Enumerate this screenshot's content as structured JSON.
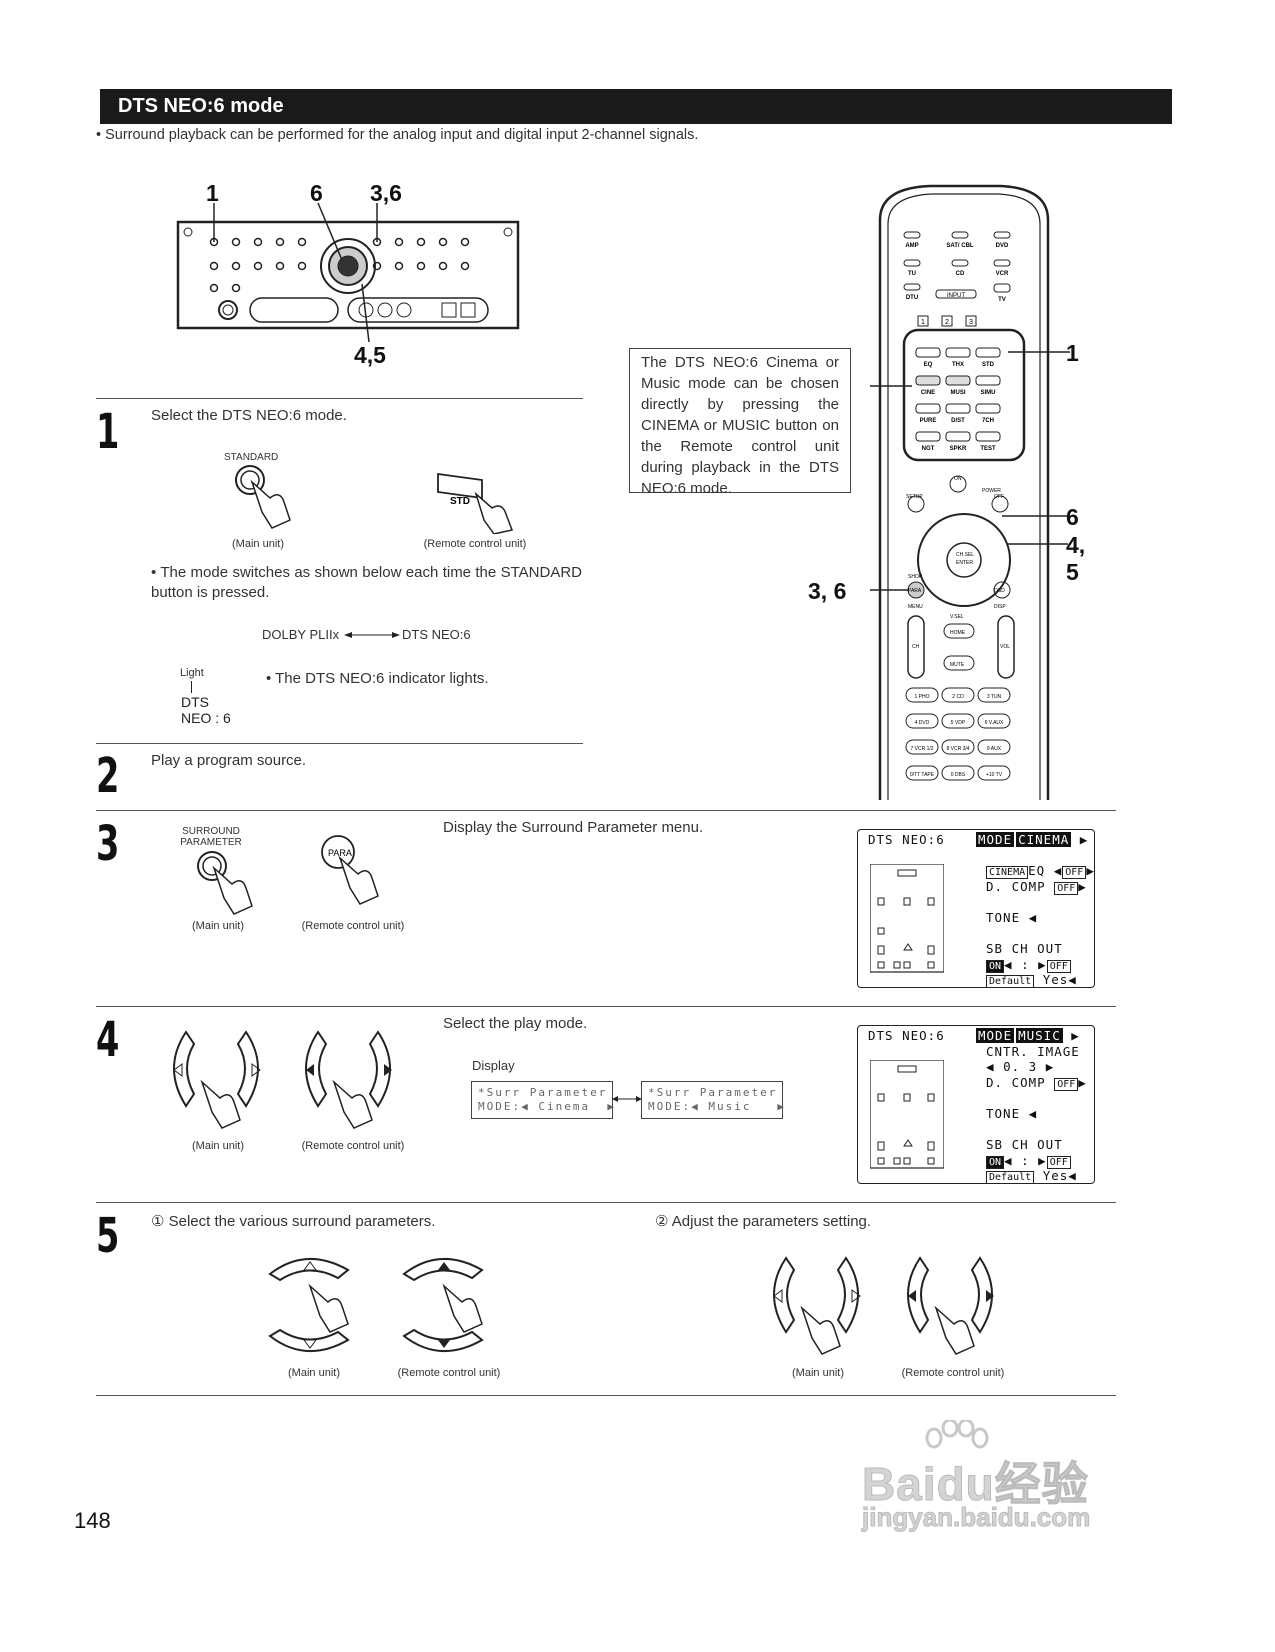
{
  "header": {
    "title": "DTS NEO:6 mode"
  },
  "intro": "•  Surround playback can be performed for the analog input and digital input 2-channel signals.",
  "front_panel": {
    "labels": [
      "1",
      "6",
      "3,6",
      "4,5"
    ]
  },
  "remote": {
    "labels": [
      "1",
      "6",
      "4, 5",
      "3, 6"
    ],
    "callout": "The DTS NEO:6 Cinema or Music mode can be chosen directly by pressing the CINEMA or MUSIC button on the Remote control unit during playback in the DTS NEO:6 mode.",
    "source_buttons": [
      "AMP",
      "SAT/ CBL",
      "DVD",
      "TU",
      "CD",
      "VCR",
      "DTU",
      "INPUT",
      "TV"
    ],
    "num_buttons": [
      "1",
      "2",
      "3"
    ],
    "mode_buttons": [
      "EQ",
      "THX",
      "STD",
      "CINE",
      "MUSI",
      "SIMU",
      "PURE",
      "D/ST",
      "7CH",
      "NGT",
      "SPKR",
      "TEST"
    ],
    "power": [
      "ON",
      "POWER",
      "SETUP",
      "OFF"
    ],
    "nav": [
      "CH.SEL",
      "ENTER",
      "SHOP",
      "PARA",
      "MENU",
      "OSD",
      "DISP"
    ],
    "lower": [
      "V.SEL",
      "HOME",
      "MUTE",
      "CH",
      "VOL"
    ],
    "keypad": [
      "1 PHO",
      "2 CD",
      "3 TUN",
      "4 DVD",
      "5 VDP",
      "6 V.AUX",
      "7 VCR 1/2",
      "8 VCR 3/4",
      "9 AUX",
      "0/TT TAPE",
      "0 DBS",
      "+10 TV"
    ]
  },
  "steps": [
    {
      "num": "1",
      "text": "Select the DTS NEO:6 mode.",
      "button_label": "STANDARD",
      "remote_button": "STD",
      "captions": [
        "(Main unit)",
        "(Remote control unit)"
      ],
      "bullet": "•  The mode switches as shown below each time the STANDARD button is pressed.",
      "cycle": [
        "DOLBY PLIIx",
        "DTS NEO:6"
      ],
      "indicator": {
        "light": "Light",
        "line1": "DTS",
        "line2": "NEO : 6",
        "note": "•  The DTS NEO:6 indicator lights."
      }
    },
    {
      "num": "2",
      "text": "Play a program source."
    },
    {
      "num": "3",
      "text": "Display the Surround Parameter menu.",
      "button_label": "SURROUND PARAMETER",
      "remote_button": "PARA",
      "captions": [
        "(Main unit)",
        "(Remote control unit)"
      ]
    },
    {
      "num": "4",
      "text": "Select the play mode.",
      "display_label": "Display",
      "displays": [
        "*Surr Parameter\nMODE:◀ Cinema  ▶",
        "*Surr Parameter\nMODE:◀ Music   ▶"
      ],
      "captions": [
        "(Main unit)",
        "(Remote control unit)"
      ]
    },
    {
      "num": "5",
      "sub1": "① Select the various surround parameters.",
      "sub2": "② Adjust the parameters setting.",
      "captions": [
        "(Main unit)",
        "(Remote control unit)",
        "(Main unit)",
        "(Remote control unit)"
      ]
    }
  ],
  "osd_cinema": {
    "title": "DTS NEO:6",
    "mode": "MODE",
    "mode_val": "CINEMA",
    "line1a": "CINEMA",
    "line1b": "EQ",
    "off": "OFF",
    "line2": "D. COMP",
    "tone": "TONE",
    "sb": "SB CH OUT",
    "on": "ON",
    "default": "Default",
    "yes": "Yes"
  },
  "osd_music": {
    "title": "DTS NEO:6",
    "mode": "MODE",
    "mode_val": "MUSIC",
    "line1": "CNTR. IMAGE",
    "val": "0. 3",
    "line2": "D. COMP",
    "off": "OFF",
    "tone": "TONE",
    "sb": "SB CH OUT",
    "on": "ON",
    "default": "Default",
    "yes": "Yes"
  },
  "watermark": {
    "brand": "Baidu经验",
    "url": "jingyan.baidu.com"
  },
  "page_number": "148"
}
